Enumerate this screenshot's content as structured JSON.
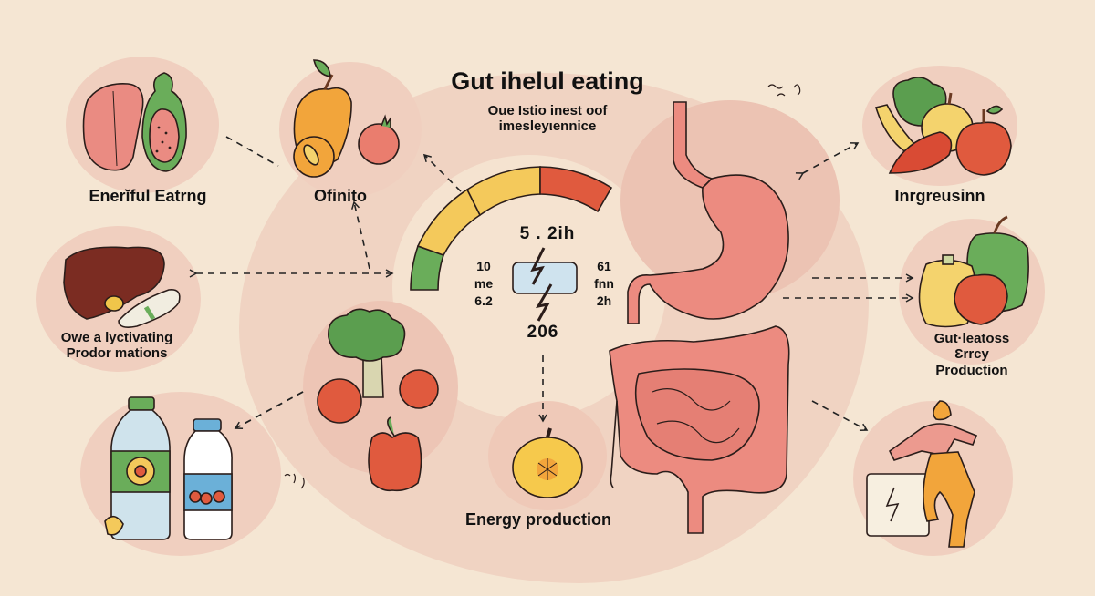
{
  "title": "Gut ihelul eating",
  "subtitle_lines": [
    "Oue Istio inest oof",
    "imesleyιennice"
  ],
  "nodes": {
    "top_left": {
      "label": "Enerĭful Eatrng",
      "icon": "meat-and-papaya-icon"
    },
    "top_center_left": {
      "label": "Ofinito",
      "icon": "fruits-icon"
    },
    "middle_left": {
      "label_lines": [
        "Owe a lyctivating",
        "Prodor mations"
      ],
      "icon": "liver-icon"
    },
    "bottom_left": {
      "icon": "bottles-icon"
    },
    "bottom_center_left": {
      "icon": "vegetables-icon"
    },
    "bottom_center": {
      "label": "Energy production",
      "icon": "yellow-fruit-icon"
    },
    "top_right": {
      "label": "Inrgreusinn",
      "icon": "fruit-basket-icon"
    },
    "middle_right": {
      "label_lines": [
        "Gut·leatoss",
        "Ɛrrcy",
        "Production"
      ],
      "icon": "peppers-icon"
    },
    "bottom_right": {
      "icon": "person-exercising-icon"
    }
  },
  "gauge": {
    "segments": [
      {
        "color": "#6aad5a",
        "name": "green"
      },
      {
        "color": "#f4c95b",
        "name": "yellow"
      },
      {
        "color": "#f4c95b",
        "name": "yellow"
      },
      {
        "color": "#e05a3e",
        "name": "red"
      }
    ],
    "top_value": "5 . 2ih",
    "bottom_value": "206",
    "left_values": [
      "10",
      "me",
      "6.2"
    ],
    "right_values": [
      "61",
      "fnn",
      "2h"
    ]
  },
  "colors": {
    "background": "#f5e6d3",
    "blob": "#f0cfbf",
    "organ": "#ec8b80",
    "outline": "#2b1d1a"
  }
}
